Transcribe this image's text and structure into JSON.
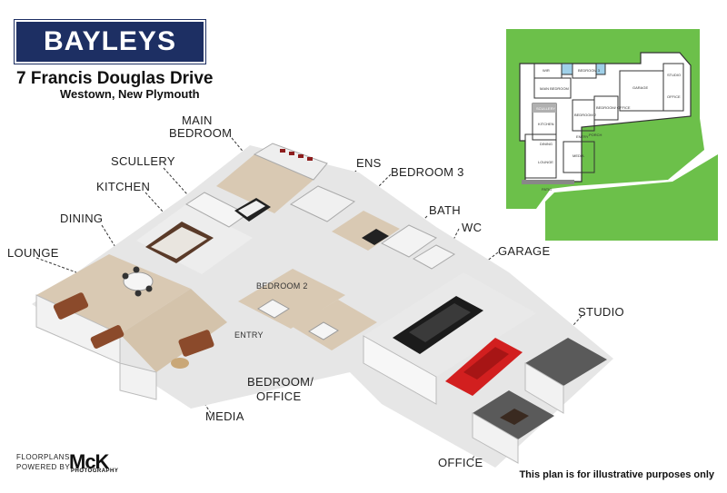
{
  "brand": {
    "logo_text": "BAYLEYS",
    "color": "#1d2f63"
  },
  "address": {
    "line1": "7 Francis Douglas Drive",
    "line2": "Westown, New Plymouth"
  },
  "room_labels": {
    "main_bedroom_1": "MAIN",
    "main_bedroom_2": "BEDROOM",
    "scullery": "SCULLERY",
    "kitchen": "KITCHEN",
    "dining": "DINING",
    "lounge": "LOUNGE",
    "ens": "ENS",
    "bedroom3": "BEDROOM 3",
    "bath": "BATH",
    "wc": "WC",
    "garage": "GARAGE",
    "studio": "STUDIO",
    "bedroom2": "BEDROOM 2",
    "entry": "ENTRY",
    "bedroom_office_1": "BEDROOM/",
    "bedroom_office_2": "OFFICE",
    "media": "MEDIA",
    "office": "OFFICE"
  },
  "credit": {
    "line1": "FLOORPLANS",
    "line2": "POWERED BY",
    "mck": "McK",
    "mck_sub": "PHOTOGRAPHY"
  },
  "disclaimer": "This plan is for illustrative purposes only",
  "colors": {
    "lawn": "#6cc04a",
    "floor_wood": "#d9c9b3",
    "floor_tile": "#ededed",
    "wall": "#bdbdbd",
    "car_red": "#d21f1f",
    "car_black": "#1b1b1b"
  }
}
